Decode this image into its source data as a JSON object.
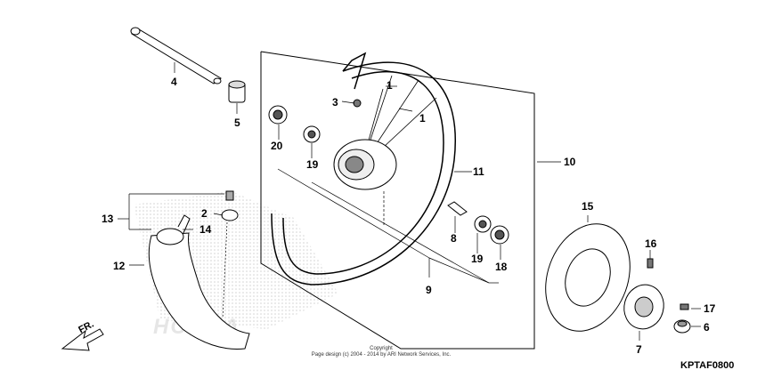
{
  "callouts": {
    "c1a": "1",
    "c1b": "1",
    "c2": "2",
    "c3": "3",
    "c4": "4",
    "c5": "5",
    "c6": "6",
    "c7": "7",
    "c8": "8",
    "c9": "9",
    "c10": "10",
    "c11": "11",
    "c12": "12",
    "c13": "13",
    "c14": "14",
    "c15": "15",
    "c16": "16",
    "c17": "17",
    "c18": "18",
    "c19a": "19",
    "c19b": "19",
    "c20": "20"
  },
  "direction_label": "FR.",
  "copyright": {
    "line1": "Copyright",
    "line2": "Page design (c) 2004 - 2014 by ARI Network Services, Inc."
  },
  "diagram_code": "KPTAF0800",
  "watermark": "HONDA",
  "colors": {
    "line": "#000000",
    "hatch": "#bdbdbd"
  }
}
